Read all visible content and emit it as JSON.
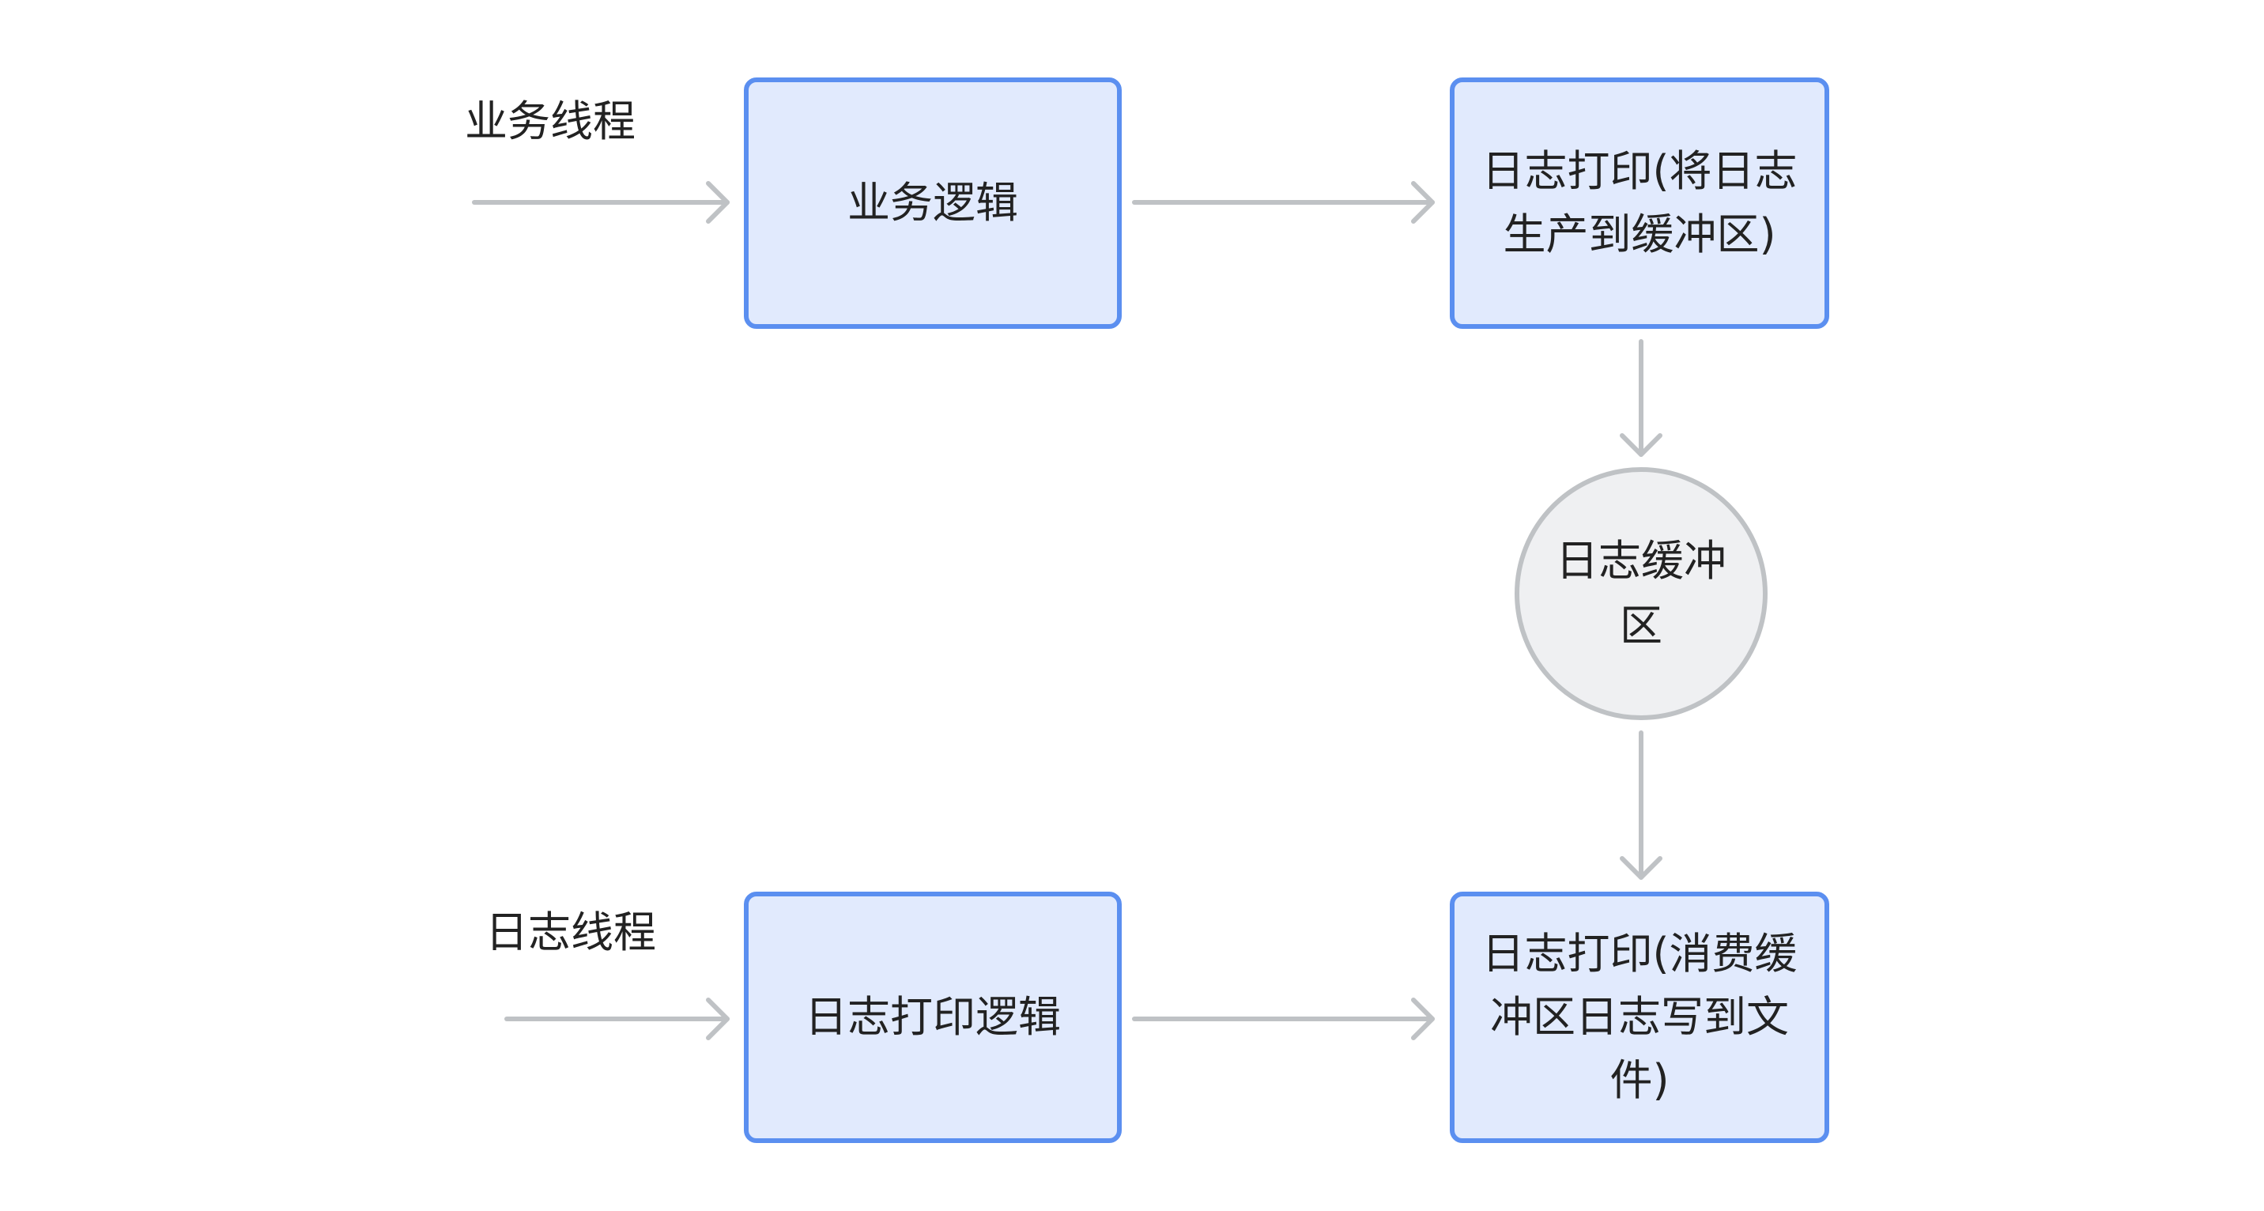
{
  "lanes": {
    "business_thread": "业务线程",
    "log_thread": "日志线程"
  },
  "nodes": {
    "business_logic": "业务逻辑",
    "log_print_produce": "日志打印(将日志生产到缓冲区)",
    "log_buffer": "日志缓冲区",
    "log_print_logic": "日志打印逻辑",
    "log_print_consume": "日志打印(消费缓冲区日志写到文件)"
  },
  "colors": {
    "box_fill": "#e1eafd",
    "box_border": "#5b8ff0",
    "circle_fill": "#eff0f2",
    "circle_border": "#bfc2c5",
    "edge": "#bfc2c5",
    "text": "#222222"
  }
}
